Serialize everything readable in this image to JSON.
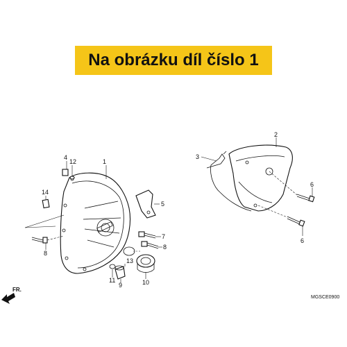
{
  "banner": {
    "text": "Na obrázku díl číslo 1",
    "color": "#f5c518"
  },
  "diagram_code": "MGSCE0900",
  "direction_label": "FR.",
  "callouts": [
    "1",
    "2",
    "3",
    "4",
    "5",
    "6",
    "6",
    "7",
    "8",
    "8",
    "9",
    "10",
    "11",
    "12",
    "13",
    "14"
  ]
}
